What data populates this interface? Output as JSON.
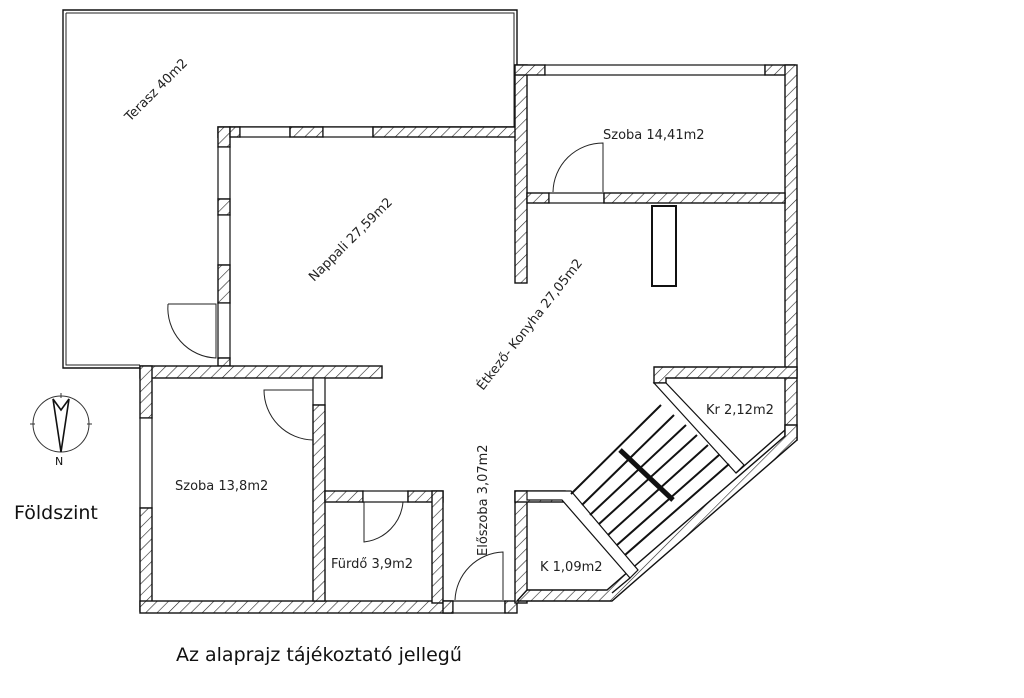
{
  "plan": {
    "level_title": "Földszint",
    "disclaimer": "Az alaprajz tájékoztató jellegű",
    "compass": {
      "icon": "north-arrow-icon",
      "label": "N"
    },
    "rooms": [
      {
        "id": "terasz",
        "label": "Terasz  40m2"
      },
      {
        "id": "nappali",
        "label": "Nappali 27,59m2"
      },
      {
        "id": "szoba1",
        "label": "Szoba 14,41m2"
      },
      {
        "id": "etkezo",
        "label": "Étkező- Konyha 27,05m2"
      },
      {
        "id": "szoba2",
        "label": "Szoba 13,8m2"
      },
      {
        "id": "furdo",
        "label": "Fürdő 3,9m2"
      },
      {
        "id": "eloszoba",
        "label": "Előszoba 3,07m2"
      },
      {
        "id": "kamra",
        "label": "K 1,09m2"
      },
      {
        "id": "kr",
        "label": "Kr 2,12m2"
      }
    ],
    "colors": {
      "line": "#111111",
      "background": "#ffffff"
    }
  }
}
